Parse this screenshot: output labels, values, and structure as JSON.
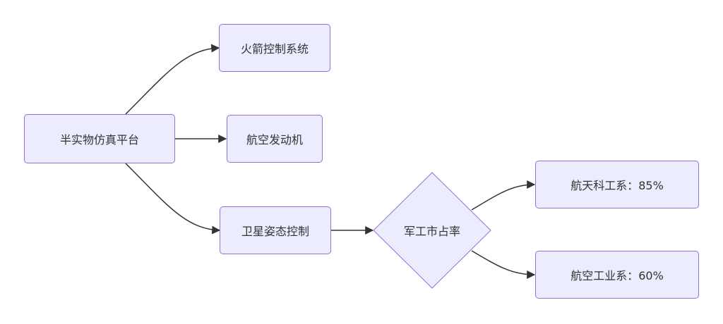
{
  "nodes": {
    "root": "半实物仿真平台",
    "rocket": "火箭控制系统",
    "engine": "航空发动机",
    "satellite": "卫星姿态控制",
    "decision": "军工市占率",
    "aerospace": "航天科工系：85%",
    "aviation": "航空工业系：60%"
  },
  "colors": {
    "node_fill": "#ececff",
    "node_border": "#9370db",
    "edge": "#333333",
    "text": "#333333"
  }
}
